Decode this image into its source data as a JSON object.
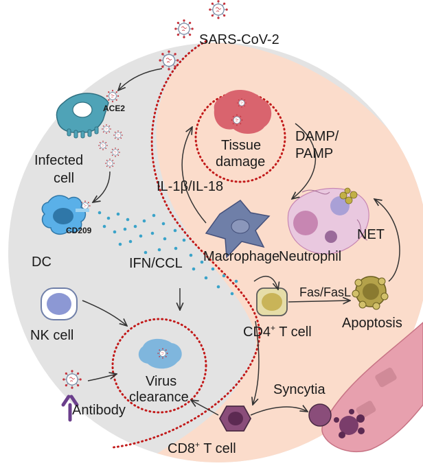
{
  "labels": {
    "virus": "SARS-CoV-2",
    "ace2": "ACE2",
    "infected_cell_line1": "Infected",
    "infected_cell_line2": "cell",
    "cd209": "CD209",
    "dc": "DC",
    "ifn_ccl": "IFN/CCL",
    "nk_cell": "NK cell",
    "antibody": "Antibody",
    "virus_clearance_line1": "Virus",
    "virus_clearance_line2": "clearance",
    "tissue_damage_line1": "Tissue",
    "tissue_damage_line2": "damage",
    "damp_pamp_line1": "DAMP/",
    "damp_pamp_line2": "PAMP",
    "il1b_il18": "IL-1β/IL-18",
    "net": "NET",
    "macrophage": "Macrophage",
    "neutrophil": "Neutrophil",
    "fas_fasl": "Fas/FasL",
    "apoptosis": "Apoptosis",
    "cd4_cell_pre": "CD4",
    "cd4_cell_sup": "+",
    "cd4_cell_post": " T cell",
    "syncytia": "Syncytia",
    "cd8_cell_pre": "CD8",
    "cd8_cell_sup": "+",
    "cd8_cell_post": " T cell"
  },
  "colors": {
    "grey_region": "#e3e3e3",
    "peach_region": "#fbdccb",
    "dotted_circle": "#c21a1a",
    "infected_cell": "#4fa3b7",
    "dc": "#5ab0e8",
    "macrophage": "#6f7fa8",
    "nk_cell": "#8c98d4",
    "cd4_cell": "#c9b458",
    "cd8_cell": "#8a4d7a",
    "apoptosis_cell": "#b4a24a",
    "tissue": "#d9646e",
    "syncytia_band": "#e7a0ae",
    "neutrophil": "#c786b2",
    "dots": "#3aa3c9",
    "arrow": "#333333"
  },
  "icons": [
    "virus-icon",
    "antibody-icon",
    "cell-icon"
  ]
}
